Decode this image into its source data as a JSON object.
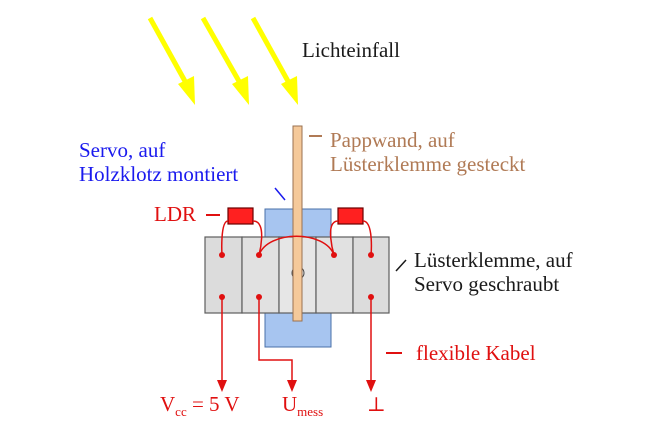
{
  "colors": {
    "arrow_yellow": "#ffff00",
    "label_blue": "#1a1aee",
    "label_brown": "#b07a55",
    "label_red": "#e01010",
    "servo_blue": "#a7c5f0",
    "terminal_grey": "#dcdcdc",
    "ldr_red": "#ff2020",
    "wall_tan": "#f5c99a"
  },
  "labels": {
    "light": "Lichteinfall",
    "servo_line1": "Servo, auf",
    "servo_line2": "Holzklotz montiert",
    "wall_line1": "Pappwand, auf",
    "wall_line2": "Lüsterklemme gesteckt",
    "ldr": "LDR",
    "clamp_line1": "Lüsterklemme, auf",
    "clamp_line2": "Servo geschraubt",
    "cable": "flexible Kabel",
    "vcc_main": "V",
    "vcc_sub": "cc",
    "vcc_value": " = 5 V",
    "umess_main": "U",
    "umess_sub": "mess",
    "ground": "⊥"
  }
}
